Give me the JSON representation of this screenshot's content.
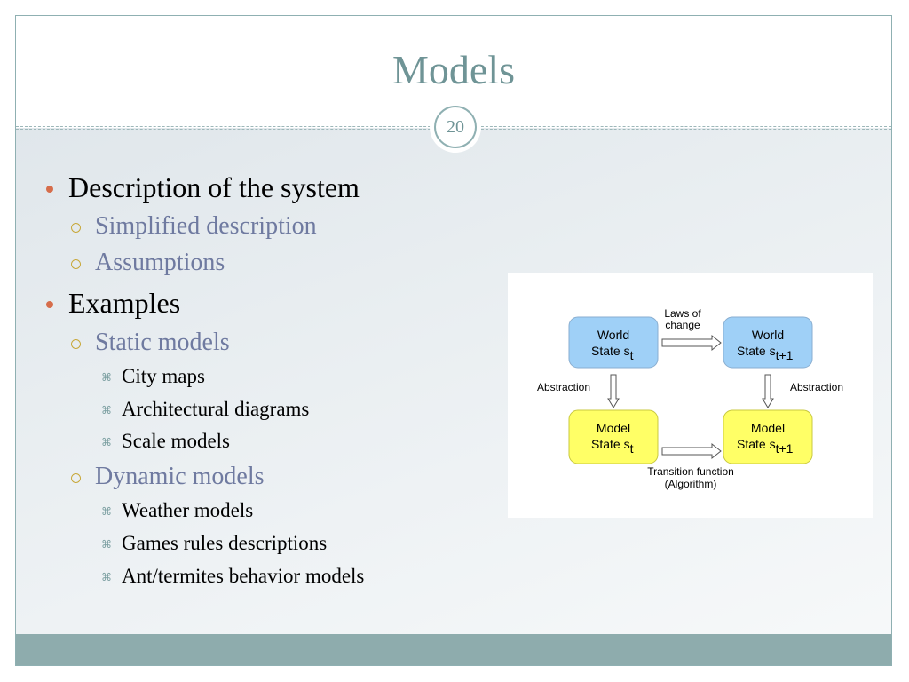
{
  "slide": {
    "title": "Models",
    "number": "20"
  },
  "bullets": {
    "description": "Description of the system",
    "simplified": "Simplified description",
    "assumptions": "Assumptions",
    "examples": "Examples",
    "static": "Static models",
    "city_maps": "City maps",
    "architectural": "Architectural diagrams",
    "scale": "Scale models",
    "dynamic": "Dynamic models",
    "weather": "Weather models",
    "games": "Games rules descriptions",
    "ant": "Ant/termites behavior models"
  },
  "diagram": {
    "world_t": {
      "line1": "World",
      "line2": "State s",
      "sub": "t"
    },
    "world_t1": {
      "line1": "World",
      "line2": "State s",
      "sub": "t+1"
    },
    "model_t": {
      "line1": "Model",
      "line2": "State s",
      "sub": "t"
    },
    "model_t1": {
      "line1": "Model",
      "line2": "State s",
      "sub": "t+1"
    },
    "laws_line1": "Laws of",
    "laws_line2": "change",
    "abstraction_left": "Abstraction",
    "abstraction_right": "Abstraction",
    "transition_line1": "Transition function",
    "transition_line2": "(Algorithm)",
    "colors": {
      "world_box": "#9fd0f7",
      "model_box": "#ffff66"
    }
  }
}
